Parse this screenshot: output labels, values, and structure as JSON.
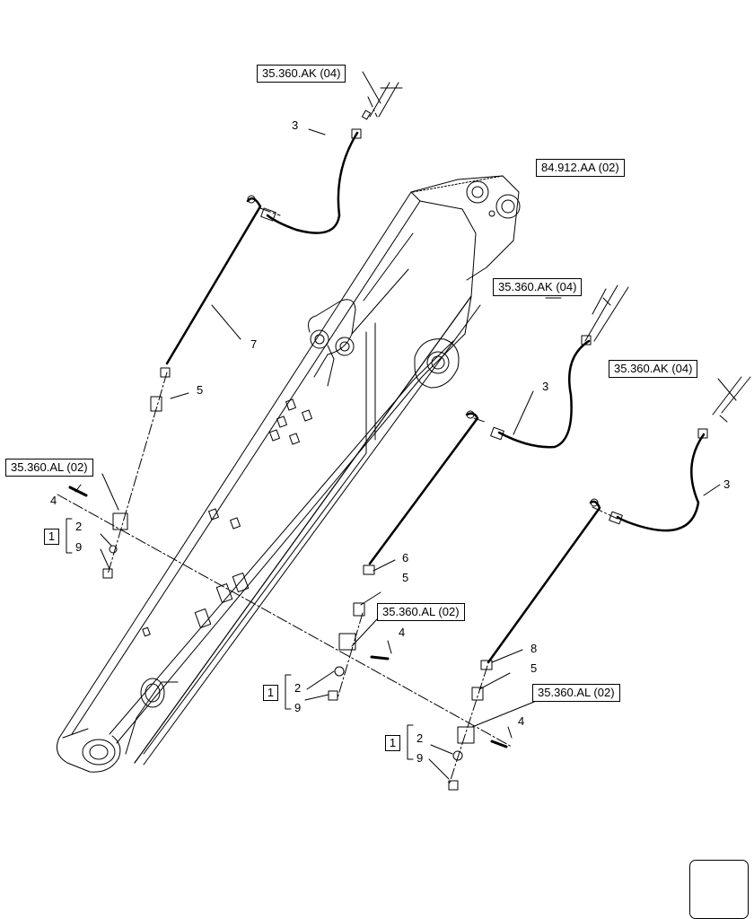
{
  "refs": {
    "ak_top": "35.360.AK (04)",
    "aa": "84.912.AA (02)",
    "ak_mid": "35.360.AK (04)",
    "ak_right": "35.360.AK (04)",
    "al_left": "35.360.AL (02)",
    "al_mid": "35.360.AL (02)",
    "al_right": "35.360.AL (02)"
  },
  "callouts": {
    "c3_top": "3",
    "c7": "7",
    "c5_left": "5",
    "c4_left": "4",
    "c2_left": "2",
    "c9_left": "9",
    "c3_mid": "3",
    "c6": "6",
    "c5_mid": "5",
    "c4_mid": "4",
    "c2_mid": "2",
    "c9_mid": "9",
    "c3_right": "3",
    "c8": "8",
    "c5_right": "5",
    "c4_right": "4",
    "c2_right": "2",
    "c9_right": "9"
  },
  "groups": {
    "g1_left": "1",
    "g1_mid": "1",
    "g1_right": "1"
  },
  "nav_icon": "arrow-left-down-icon"
}
